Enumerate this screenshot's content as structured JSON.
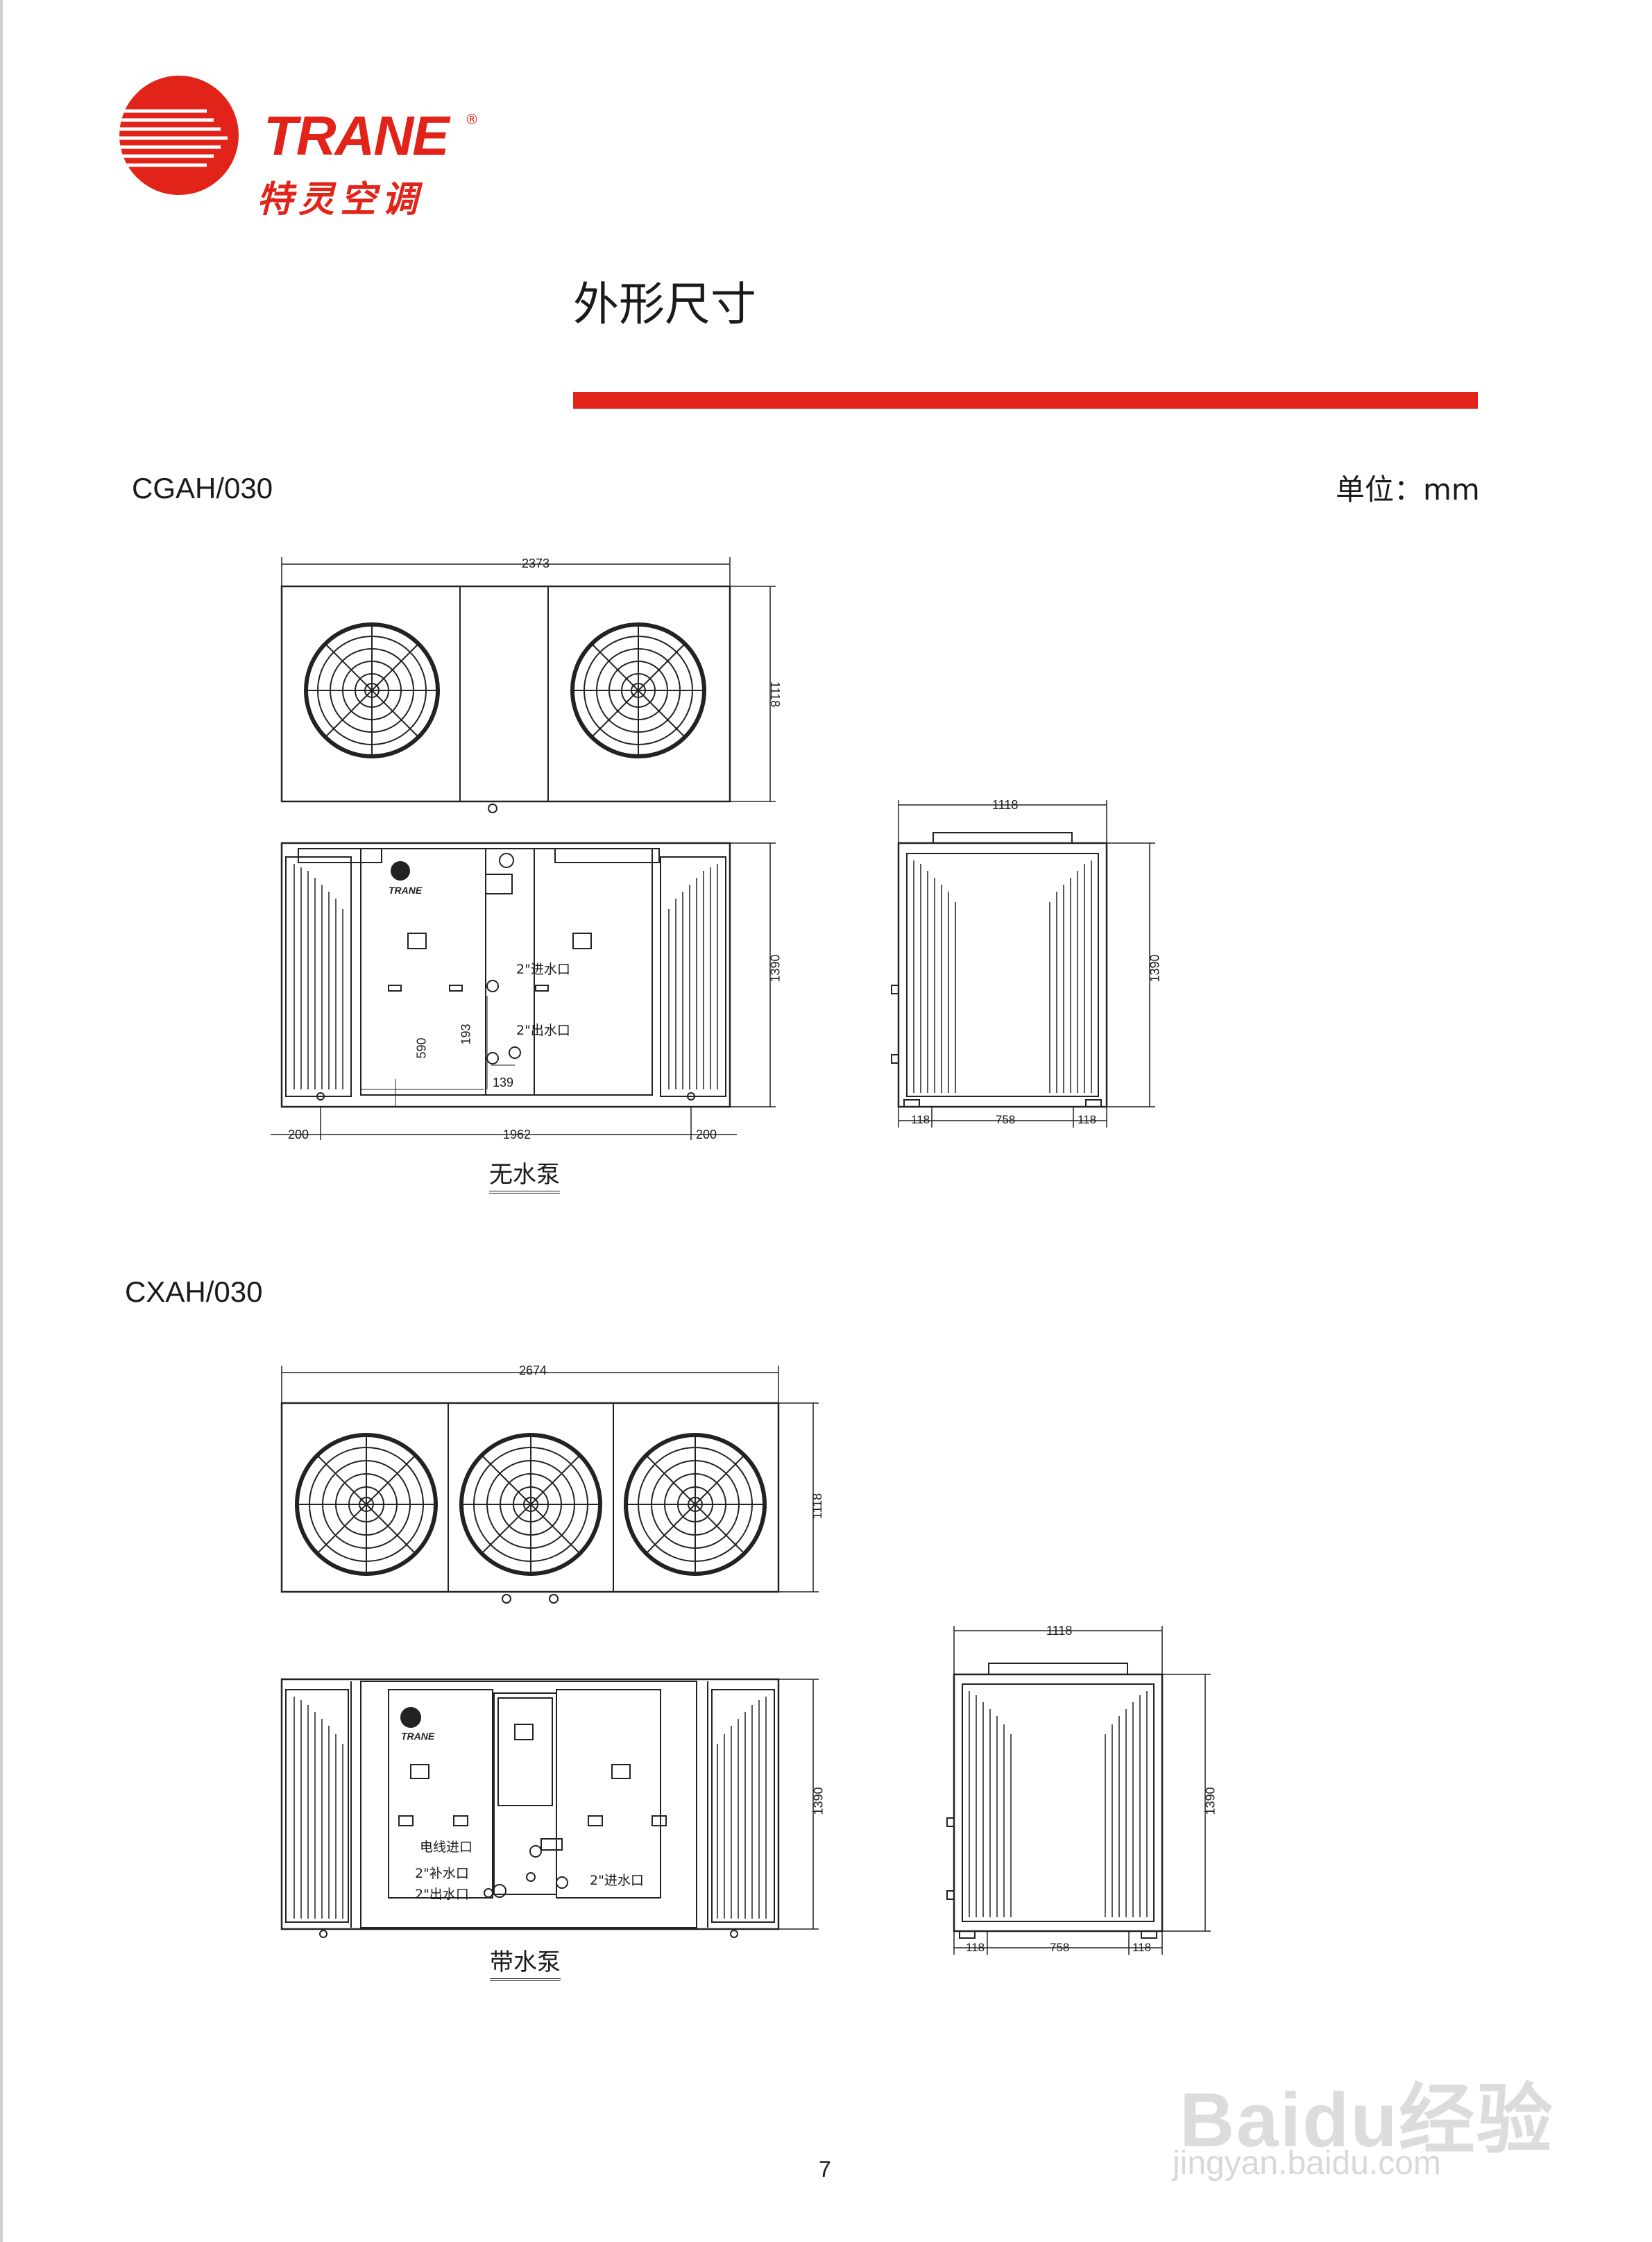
{
  "brand": {
    "name": "TRANE",
    "registered": "®",
    "chinese_name": "特灵空调",
    "color": "#e2231a"
  },
  "title": "外形尺寸",
  "unit": "单位：mm",
  "page_number": "7",
  "model1": {
    "name": "CGAH/030",
    "caption": "无水泵",
    "front": {
      "width": "2373",
      "depth": "1118",
      "height": "1390",
      "inlet": "2\"进水口",
      "outlet": "2\"出水口",
      "dim_590": "590",
      "dim_193": "193",
      "dim_139": "139",
      "left": "200",
      "center": "1962",
      "right": "200",
      "logo": "TRANE"
    },
    "side": {
      "width": "1118",
      "height": "1390",
      "a": "118",
      "b": "758",
      "c": "118"
    }
  },
  "model2": {
    "name": "CXAH/030",
    "caption": "带水泵",
    "front": {
      "width": "2674",
      "depth": "1118",
      "height": "1390",
      "power": "电线进口",
      "makeup": "2\"补水口",
      "outlet": "2\"出水口",
      "inlet": "2\"进水口",
      "logo": "TRANE"
    },
    "side": {
      "width": "1118",
      "height": "1390",
      "a": "118",
      "b": "758",
      "c": "118"
    }
  },
  "watermark": {
    "line1": "Baidu经验",
    "line2": "jingyan.baidu.com"
  }
}
